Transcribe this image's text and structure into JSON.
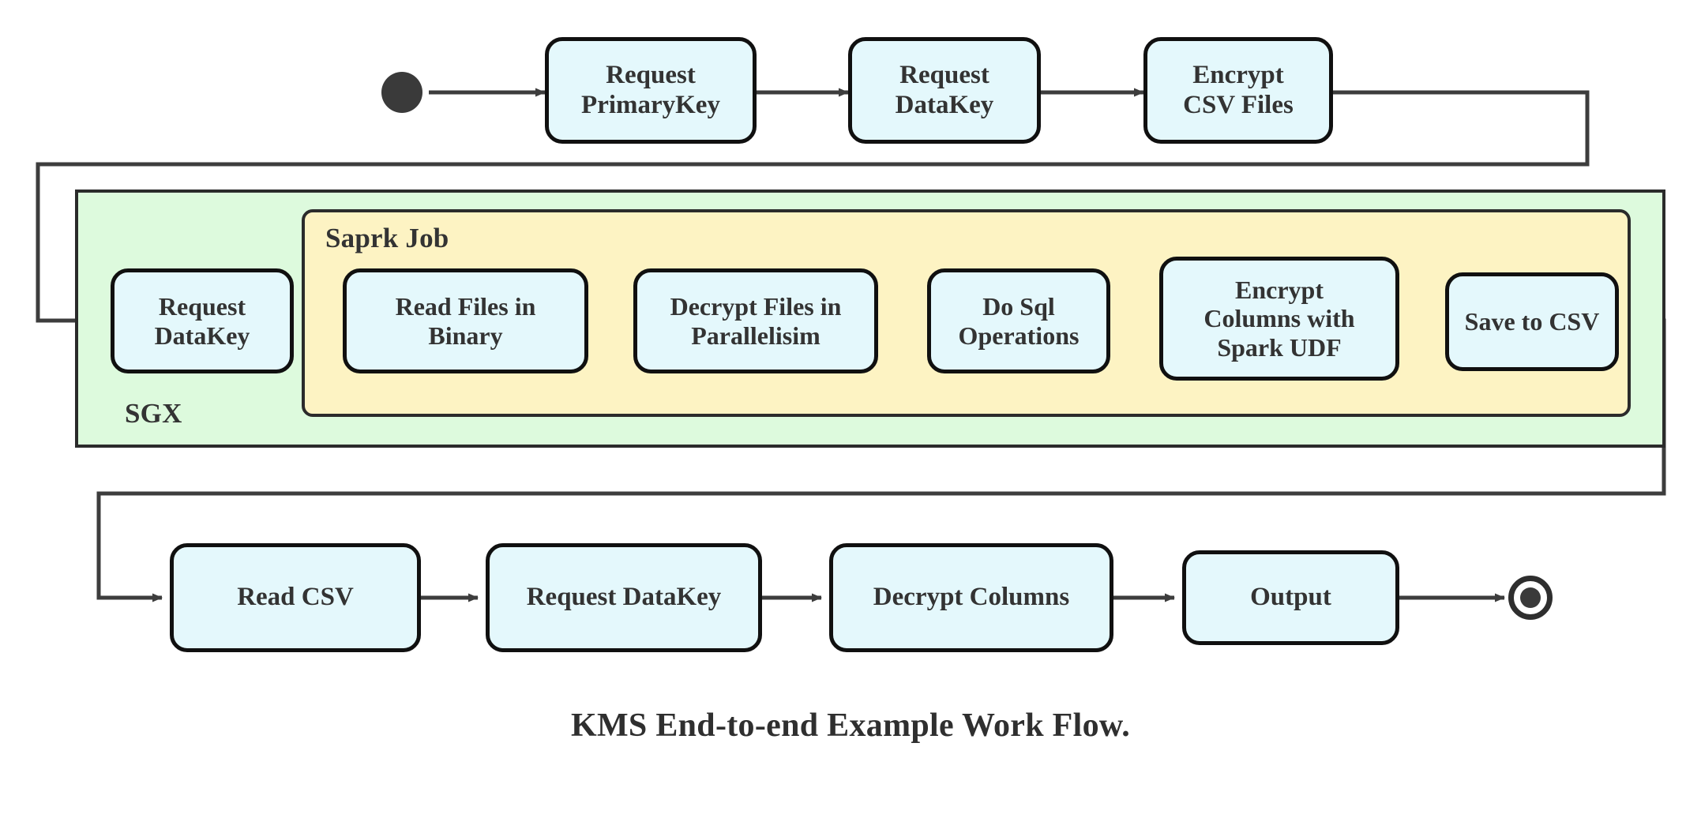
{
  "diagram": {
    "caption": "KMS End-to-end Example Work Flow.",
    "colors": {
      "node_fill": "#e4f8fc",
      "node_stroke": "#101010",
      "sgx_fill": "#ddfadd",
      "spark_fill": "#fdf3c3",
      "container_stroke": "#2b2b2b",
      "connector": "#3d3d3d",
      "text": "#333333",
      "background": "#ffffff"
    },
    "containers": [
      {
        "id": "sgx",
        "label": "SGX",
        "fill": "#ddfadd"
      },
      {
        "id": "spark",
        "label": "Saprk Job",
        "fill": "#fdf3c3"
      }
    ],
    "markers": [
      {
        "id": "start",
        "kind": "start-node"
      },
      {
        "id": "end",
        "kind": "end-node"
      }
    ],
    "rows": {
      "top": [
        {
          "id": "request-primarykey",
          "label": "Request\nPrimaryKey"
        },
        {
          "id": "request-datakey-top",
          "label": "Request\nDataKey"
        },
        {
          "id": "encrypt-csv-files",
          "label": "Encrypt\nCSV Files"
        }
      ],
      "middle": [
        {
          "id": "request-datakey-sgx",
          "label": "Request\nDataKey"
        },
        {
          "id": "read-files-in-binary",
          "label": "Read Files in\nBinary"
        },
        {
          "id": "decrypt-files-in-parallelisim",
          "label": "Decrypt Files in\nParallelisim"
        },
        {
          "id": "do-sql-operations",
          "label": "Do Sql\nOperations"
        },
        {
          "id": "encrypt-columns-with-spark-udf",
          "label": "Encrypt\nColumns with\nSpark UDF"
        },
        {
          "id": "save-to-csv",
          "label": "Save to CSV"
        }
      ],
      "bottom": [
        {
          "id": "read-csv",
          "label": "Read CSV"
        },
        {
          "id": "request-datakey-bottom",
          "label": "Request DataKey"
        },
        {
          "id": "decrypt-columns",
          "label": "Decrypt Columns"
        },
        {
          "id": "output",
          "label": "Output"
        }
      ]
    },
    "edges": [
      {
        "from": "start",
        "to": "request-primarykey"
      },
      {
        "from": "request-primarykey",
        "to": "request-datakey-top"
      },
      {
        "from": "request-datakey-top",
        "to": "encrypt-csv-files"
      },
      {
        "from": "encrypt-csv-files",
        "to": "request-datakey-sgx"
      },
      {
        "from": "request-datakey-sgx",
        "to": "read-files-in-binary"
      },
      {
        "from": "read-files-in-binary",
        "to": "decrypt-files-in-parallelisim"
      },
      {
        "from": "decrypt-files-in-parallelisim",
        "to": "do-sql-operations"
      },
      {
        "from": "do-sql-operations",
        "to": "encrypt-columns-with-spark-udf"
      },
      {
        "from": "encrypt-columns-with-spark-udf",
        "to": "save-to-csv"
      },
      {
        "from": "save-to-csv",
        "to": "read-csv"
      },
      {
        "from": "read-csv",
        "to": "request-datakey-bottom"
      },
      {
        "from": "request-datakey-bottom",
        "to": "decrypt-columns"
      },
      {
        "from": "decrypt-columns",
        "to": "output"
      },
      {
        "from": "output",
        "to": "end"
      }
    ]
  }
}
